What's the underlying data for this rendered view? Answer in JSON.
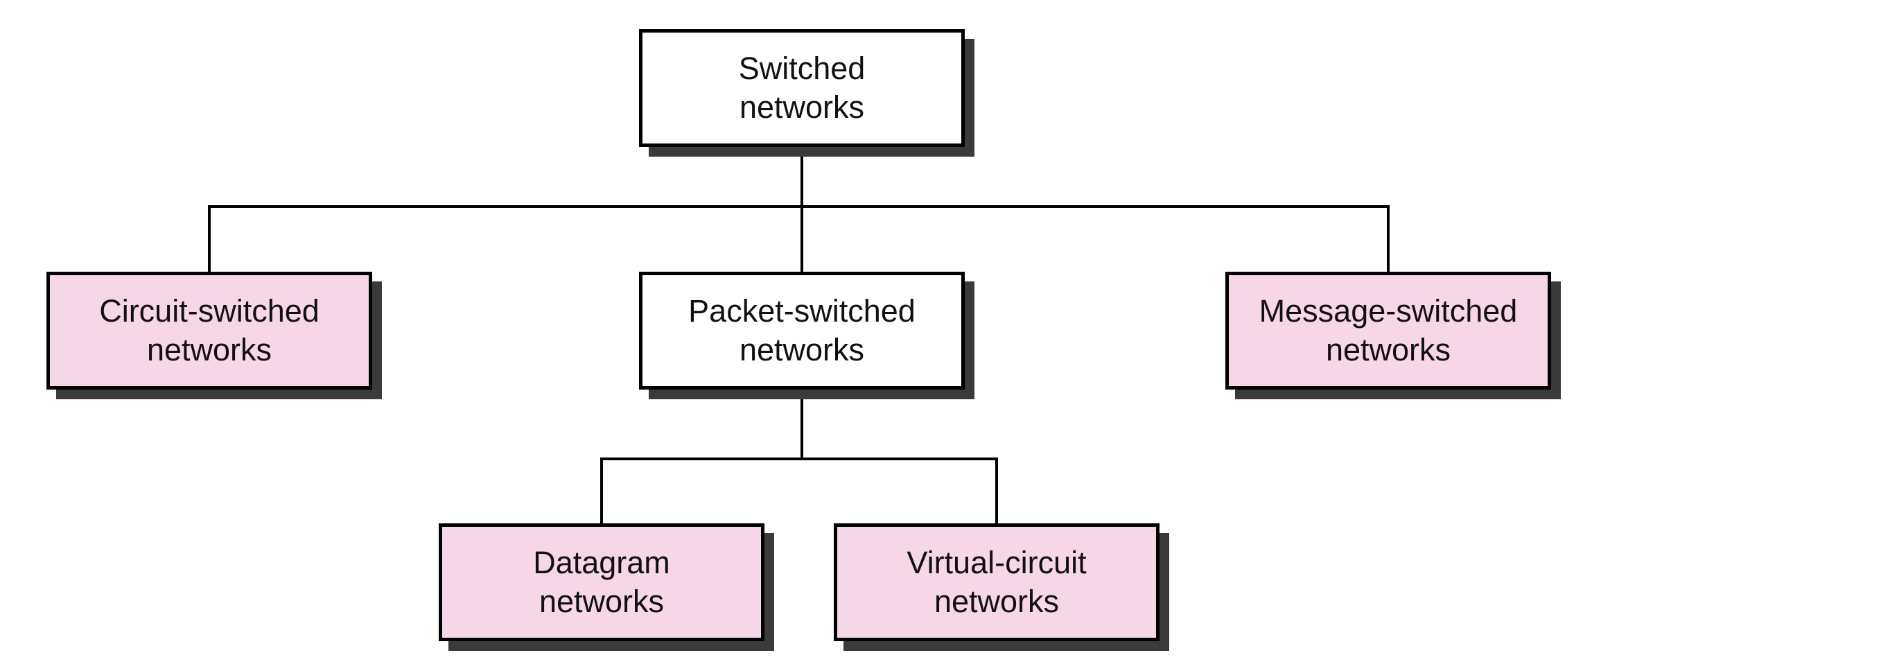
{
  "diagram": {
    "type": "tree",
    "description_visible": false
  },
  "colors": {
    "background": "#ffffff",
    "box_border": "#000000",
    "box_shadow": "#3a3a3a",
    "connector": "#000000",
    "pink_fill": "#f6d7e7",
    "white_fill": "#ffffff",
    "text": "#111111"
  },
  "nodes": {
    "root": {
      "id": "switched",
      "label": "Switched\nnetworks",
      "fill": "#ffffff"
    },
    "circuit": {
      "id": "circuit",
      "label": "Circuit-switched\nnetworks",
      "fill": "#f6d7e7"
    },
    "packet": {
      "id": "packet",
      "label": "Packet-switched\nnetworks",
      "fill": "#ffffff"
    },
    "message": {
      "id": "message",
      "label": "Message-switched\nnetworks",
      "fill": "#f6d7e7"
    },
    "datagram": {
      "id": "datagram",
      "label": "Datagram\nnetworks",
      "fill": "#f6d7e7"
    },
    "virtual": {
      "id": "virtual-circuit",
      "label": "Virtual-circuit\nnetworks",
      "fill": "#f6d7e7"
    }
  },
  "edges": [
    {
      "from": "switched",
      "to": "circuit"
    },
    {
      "from": "switched",
      "to": "packet"
    },
    {
      "from": "switched",
      "to": "message"
    },
    {
      "from": "packet",
      "to": "datagram"
    },
    {
      "from": "packet",
      "to": "virtual-circuit"
    }
  ]
}
